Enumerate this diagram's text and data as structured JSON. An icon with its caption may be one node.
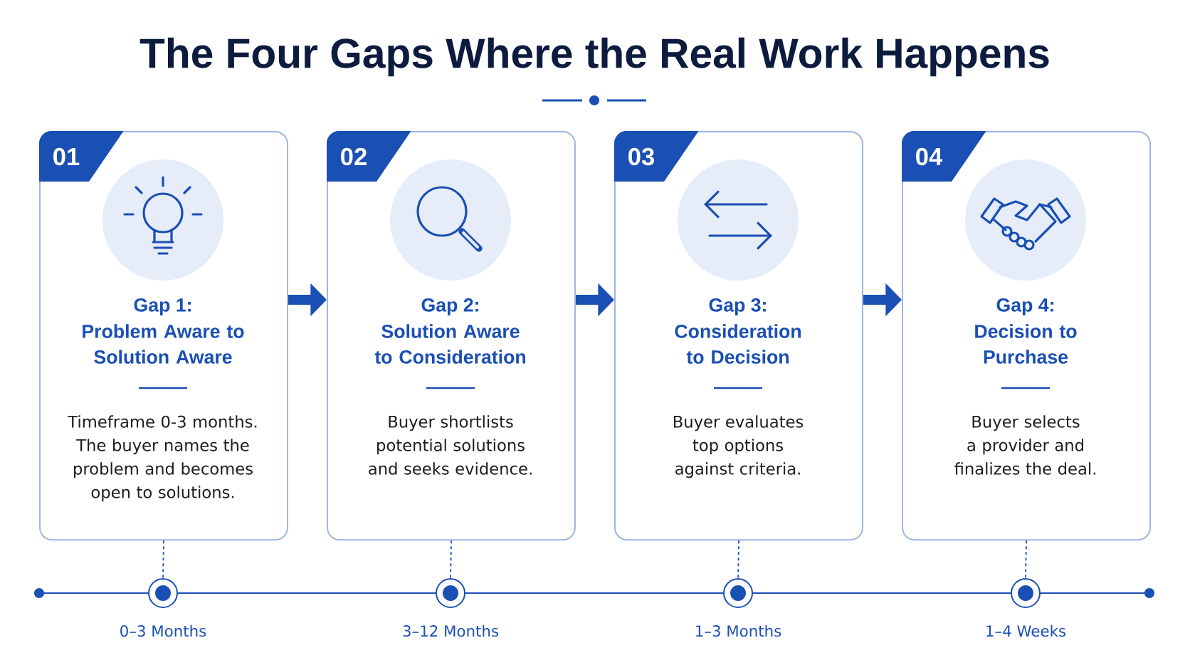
{
  "diagram": {
    "title": "The Four Gaps Where the Real Work Happens",
    "nodes": [
      {
        "text": [
          "01",
          "Gap 1:",
          "Problem Aware to Solution Aware",
          "Timeframe 0-3 months. The buyer names the problem and becomes open to solutions."
        ]
      },
      {
        "text": [
          "02",
          "Gap 2:",
          "Solution Aware to Consideration",
          "Buyer shortlists potential solutions and seeks evidence."
        ]
      },
      {
        "text": [
          "03",
          "Gap 3:",
          "Consideration to Decision",
          "Buyer evaluates top options against criteria."
        ]
      },
      {
        "text": [
          "04",
          "Gap 4:",
          "Decision to Purchase",
          "Buyer selects a provider and finalizes the deal."
        ]
      },
      {
        "text": [],
        "shape": "circle",
        "beside": [
          "0–3 Months"
        ]
      },
      {
        "text": [],
        "shape": "circle",
        "beside": [
          "3–12 Months"
        ]
      },
      {
        "text": [],
        "shape": "circle",
        "beside": [
          "1–3 Months"
        ]
      },
      {
        "text": [],
        "shape": "circle",
        "beside": [
          "1–4 Weeks"
        ]
      }
    ],
    "edges": [
      {
        "from": 0,
        "to": 1,
        "arrow": "to",
        "style": "thick"
      },
      {
        "from": 1,
        "to": 2,
        "arrow": "to",
        "style": "thick"
      },
      {
        "from": 2,
        "to": 3,
        "arrow": "to",
        "style": "thick"
      },
      {
        "from": 0,
        "to": 4,
        "arrow": "none",
        "style": "dashed"
      },
      {
        "from": 1,
        "to": 5,
        "arrow": "none",
        "style": "dashed"
      },
      {
        "from": 2,
        "to": 6,
        "arrow": "none",
        "style": "dashed"
      },
      {
        "from": 3,
        "to": 7,
        "arrow": "none",
        "style": "dashed"
      }
    ]
  }
}
